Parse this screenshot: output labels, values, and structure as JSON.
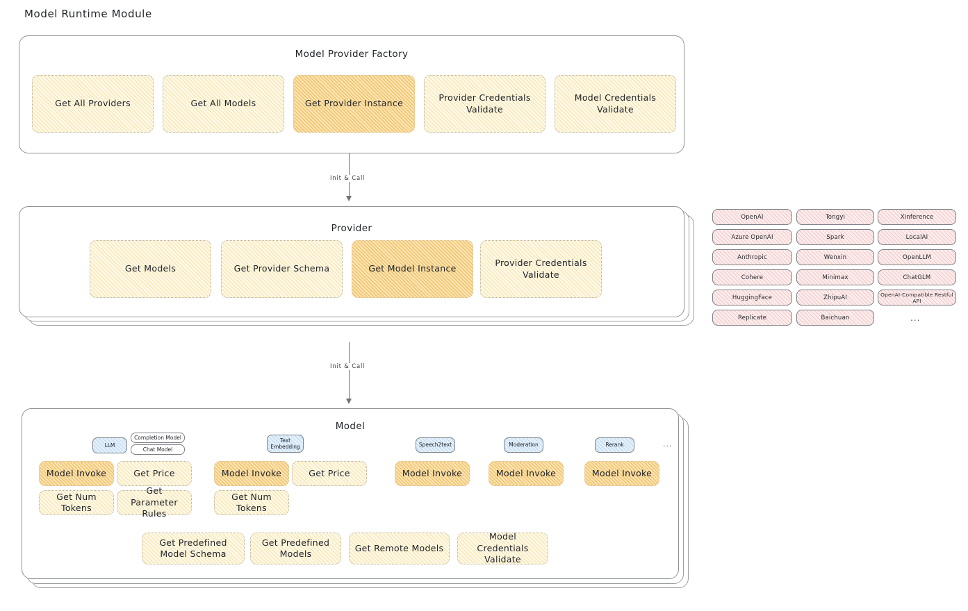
{
  "page": {
    "title": "Model Runtime Module"
  },
  "arrows": [
    {
      "label": "Init & Call"
    },
    {
      "label": "Init & Call"
    }
  ],
  "factory": {
    "title": "Model Provider Factory",
    "boxes": [
      {
        "label": "Get All Providers",
        "highlighted": false
      },
      {
        "label": "Get All Models",
        "highlighted": false
      },
      {
        "label": "Get Provider Instance",
        "highlighted": true
      },
      {
        "label": "Provider Credentials Validate",
        "highlighted": false
      },
      {
        "label": "Model Credentials Validate",
        "highlighted": false
      }
    ]
  },
  "provider": {
    "title": "Provider",
    "boxes": [
      {
        "label": "Get Models",
        "highlighted": false
      },
      {
        "label": "Get Provider Schema",
        "highlighted": false
      },
      {
        "label": "Get Model Instance",
        "highlighted": true
      },
      {
        "label": "Provider Credentials Validate",
        "highlighted": false
      }
    ]
  },
  "provider_list": {
    "ellipsis": "...",
    "columns": [
      {
        "items": [
          "OpenAI",
          "Azure OpenAI",
          "Anthropic",
          "Cohere",
          "HuggingFace",
          "Replicate"
        ]
      },
      {
        "items": [
          "Tongyi",
          "Spark",
          "Wenxin",
          "Minimax",
          "ZhipuAI",
          "Baichuan"
        ]
      },
      {
        "items": [
          "Xinference",
          "LocalAI",
          "OpenLLM",
          "ChatGLM",
          "OpenAI-Compatible Restful API"
        ]
      }
    ]
  },
  "model": {
    "title": "Model",
    "ellipsis": "...",
    "types": [
      {
        "badge": "LLM",
        "sub_badges": [
          "Completion Model",
          "Chat Model"
        ],
        "ops": [
          {
            "label": "Model Invoke",
            "highlighted": true
          },
          {
            "label": "Get Price",
            "highlighted": false
          },
          {
            "label": "Get Num Tokens",
            "highlighted": false
          },
          {
            "label": "Get Parameter Rules",
            "highlighted": false
          }
        ]
      },
      {
        "badge": "Text Embedding",
        "sub_badges": [],
        "ops": [
          {
            "label": "Model Invoke",
            "highlighted": true
          },
          {
            "label": "Get Price",
            "highlighted": false
          },
          {
            "label": "Get Num Tokens",
            "highlighted": false
          }
        ]
      },
      {
        "badge": "Speech2text",
        "sub_badges": [],
        "ops": [
          {
            "label": "Model Invoke",
            "highlighted": true
          }
        ]
      },
      {
        "badge": "Moderation",
        "sub_badges": [],
        "ops": [
          {
            "label": "Model Invoke",
            "highlighted": true
          }
        ]
      },
      {
        "badge": "Rerank",
        "sub_badges": [],
        "ops": [
          {
            "label": "Model Invoke",
            "highlighted": true
          }
        ]
      }
    ],
    "common_ops": [
      {
        "label": "Get Predefined Model Schema"
      },
      {
        "label": "Get Predefined Models"
      },
      {
        "label": "Get Remote Models"
      },
      {
        "label": "Model Credentials Validate"
      }
    ]
  },
  "colors": {
    "light_fill": "#fdf8e6",
    "dark_fill": "#fbe3b4",
    "chip_fill": "#fcecec",
    "badge_fill": "#e3f0fb",
    "stroke": "#8e9195",
    "text": "#1f2328"
  }
}
